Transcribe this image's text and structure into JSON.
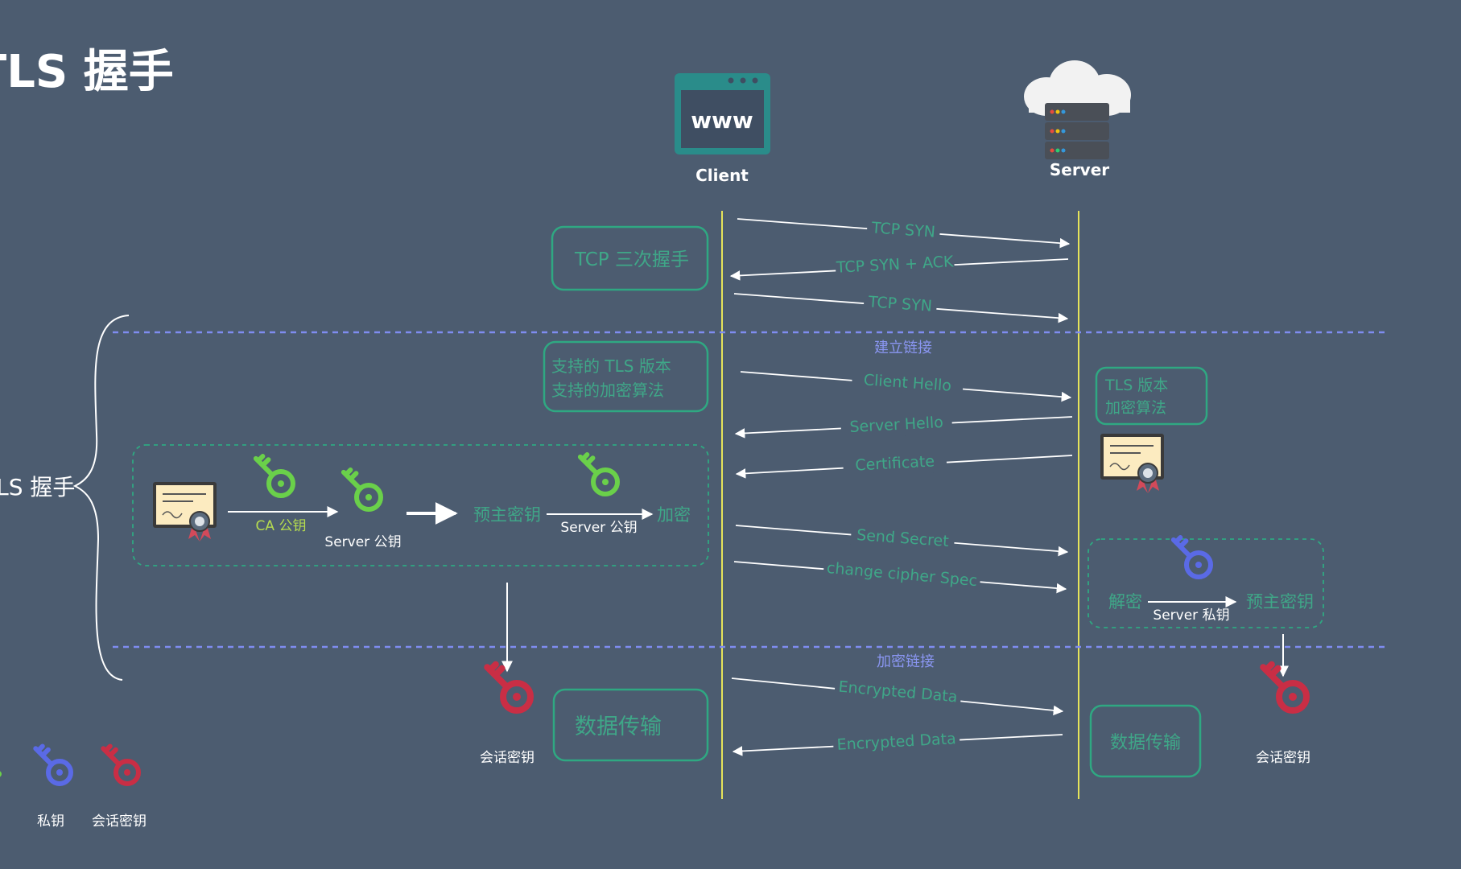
{
  "title": "TLS 握手",
  "side_label": "TLS 握手",
  "client_label": "Client",
  "server_label": "Server",
  "www_text": "www",
  "sections": {
    "establish": "建立链接",
    "encrypted": "加密链接"
  },
  "left_boxes": {
    "tcp": "TCP 三次握手",
    "tls_support_1": "支持的 TLS 版本",
    "tls_support_2": "支持的加密算法",
    "data_transfer": "数据传输"
  },
  "right_boxes": {
    "tls_1": "TLS 版本",
    "tls_2": "加密算法",
    "data_transfer": "数据传输"
  },
  "messages": [
    {
      "label": "TCP SYN",
      "dir": "to-server"
    },
    {
      "label": "TCP SYN + ACK",
      "dir": "to-client"
    },
    {
      "label": "TCP SYN",
      "dir": "to-server"
    },
    {
      "label": "Client Hello",
      "dir": "to-server"
    },
    {
      "label": "Server Hello",
      "dir": "to-client"
    },
    {
      "label": "Certificate",
      "dir": "to-client"
    },
    {
      "label": "Send Secret",
      "dir": "to-server"
    },
    {
      "label": "change cipher Spec",
      "dir": "to-server"
    },
    {
      "label": "Encrypted Data",
      "dir": "to-server"
    },
    {
      "label": "Encrypted Data",
      "dir": "to-client"
    }
  ],
  "client_flow": {
    "ca_key": "CA 公钥",
    "server_pubkey": "Server 公钥",
    "premaster": "预主密钥",
    "arrow_label": "Server 公钥",
    "encrypt": "加密"
  },
  "server_flow": {
    "decrypt": "解密",
    "arrow_label": "Server 私钥",
    "premaster": "预主密钥"
  },
  "session_key_label": "会话密钥",
  "legend": {
    "private_key": "私钥",
    "session_key": "会话密钥"
  },
  "colors": {
    "background": "#4c5c70",
    "teal": "#2fa882",
    "lifeline": "#e6e35a",
    "dashed_line": "#7f8cf0",
    "green_key": "#6ad04a",
    "blue_key": "#5a6ae6",
    "red_key": "#c92e45",
    "ca_text": "#b6dc4f",
    "message_text": "#3fa788",
    "section_text": "#8a96f2"
  }
}
